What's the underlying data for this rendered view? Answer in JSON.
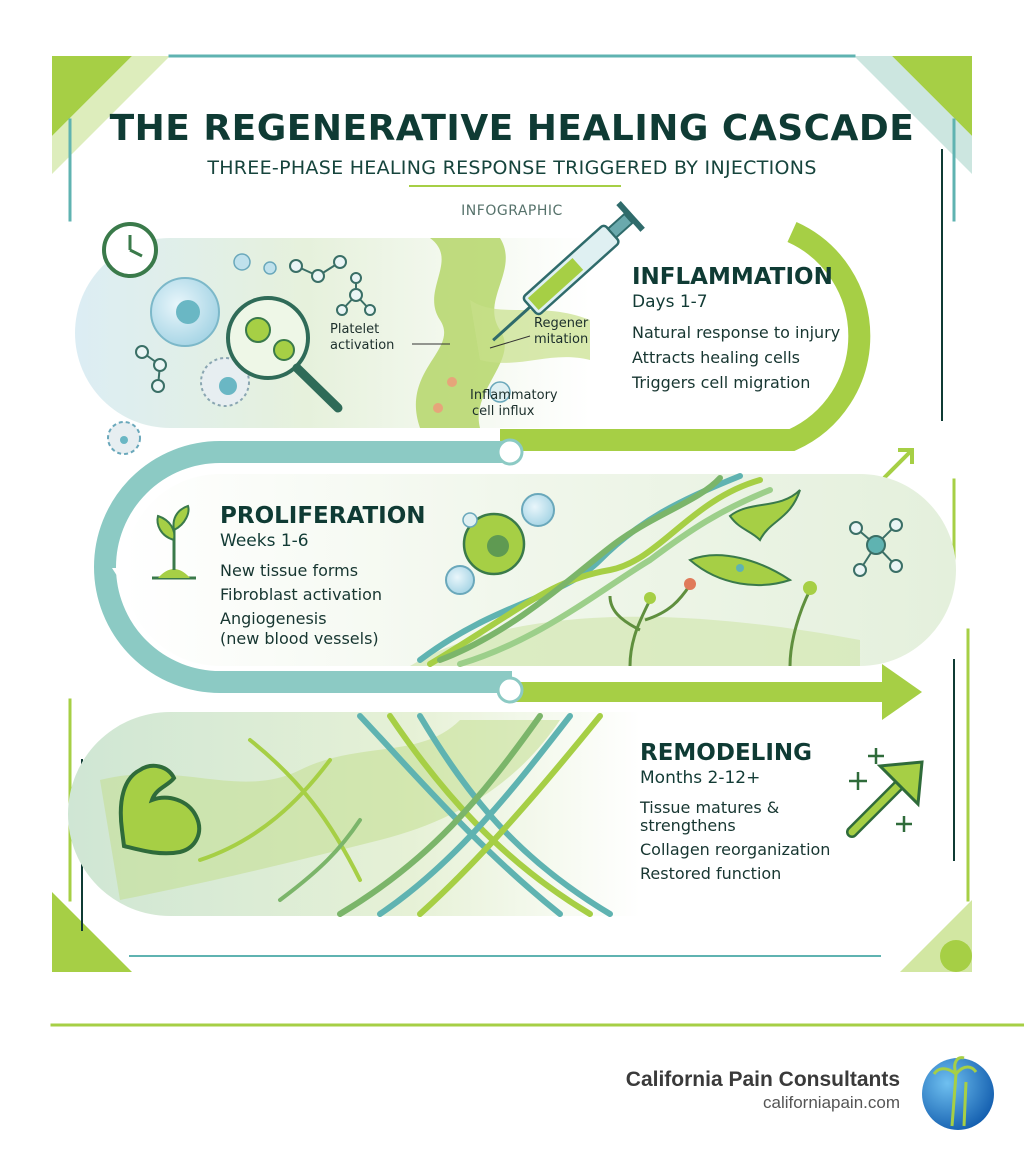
{
  "header": {
    "title": "THE REGENERATIVE HEALING CASCADE",
    "subtitle": "THREE-PHASE HEALING RESPONSE TRIGGERED BY INJECTIONS",
    "tag": "INFOGRAPHIC"
  },
  "phases": [
    {
      "title": "INFLAMMATION",
      "time": "Days 1-7",
      "items": [
        "Natural response to injury",
        "Attracts healing cells",
        "Triggers cell migration"
      ]
    },
    {
      "title": "PROLIFERATION",
      "time": "Weeks 1-6",
      "items": [
        "New tissue forms",
        "Fibroblast activation",
        "Angiogenesis",
        "(new blood vessels)"
      ]
    },
    {
      "title": "REMODELING",
      "time": "Months 2-12+",
      "items": [
        "Tissue matures &",
        "strengthens",
        "Collagen reorganization",
        "Restored function"
      ]
    }
  ],
  "illustration_labels": {
    "platelet_line1": "Platelet",
    "platelet_line2": "activation",
    "regen_line1": "Regener",
    "regen_line2": "mitation",
    "influx_line1": "Inflammatory",
    "influx_line2": "cell influx"
  },
  "footer": {
    "brand": "California Pain Consultants",
    "url": "californiapain.com"
  },
  "colors": {
    "lime": "#a6cf45",
    "teal": "#5fb3b1",
    "dark_green": "#0f3b34",
    "brand_blue": "#1e78c8"
  }
}
